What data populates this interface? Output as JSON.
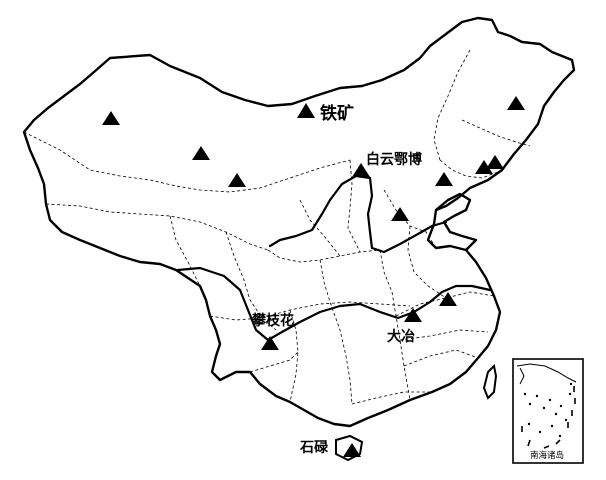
{
  "legend": {
    "symbol": "▲",
    "label": "铁矿"
  },
  "labels": {
    "baiyun_ebo": "白云鄂博",
    "panzhihua": "攀枝花",
    "daye": "大冶",
    "shilu": "石碌"
  },
  "inset": {
    "label": "南海诸岛"
  },
  "mine_count": 14,
  "colors": {
    "line": "#000000",
    "background": "#ffffff"
  }
}
